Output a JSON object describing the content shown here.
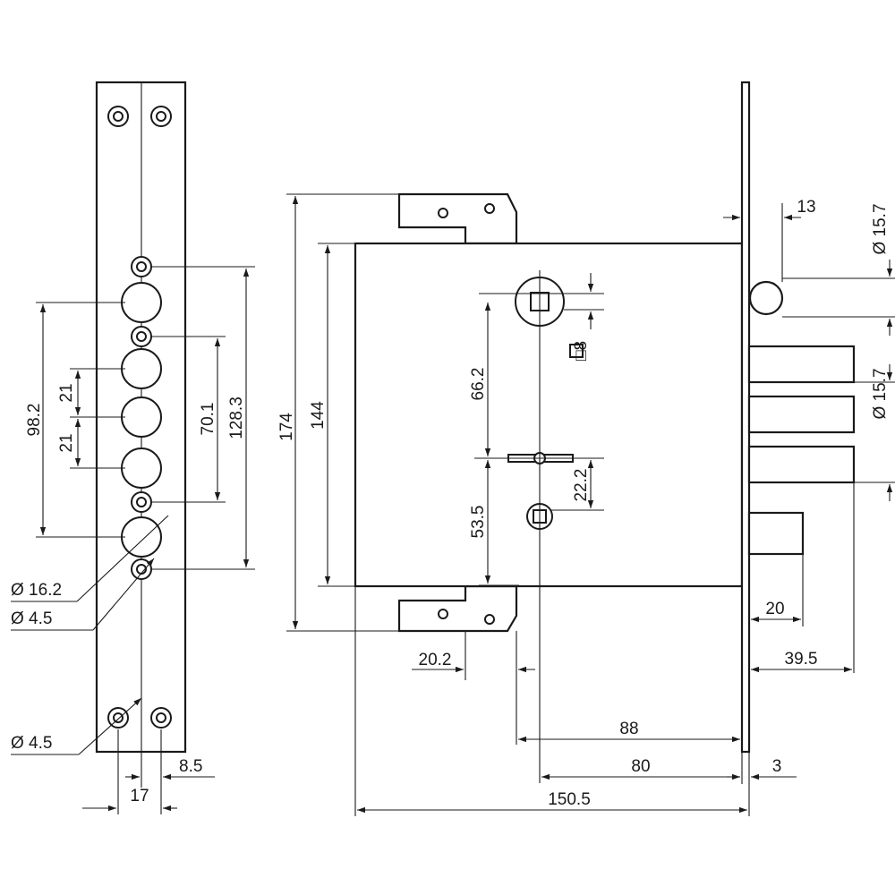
{
  "colors": {
    "ink": "#1a1a1a",
    "paper": "#ffffff"
  },
  "dimensions": {
    "faceplate": {
      "holes_span": "98.2",
      "spacing_upper": "21",
      "spacing_lower": "21",
      "bolt_span": "70.1",
      "screw_span": "128.3",
      "cylinder_diameter": "Ø 16.2",
      "screw_diameter": "Ø 4.5",
      "fixing_hole_diameter": "Ø 4.5",
      "half_width": "8.5",
      "width": "17"
    },
    "body": {
      "overall_height": "174",
      "case_height": "144",
      "handle_to_key": "66.2",
      "key_to_lower": "53.5",
      "key_to_spindle": "22.2",
      "spindle_square": "□8",
      "tab_offset": "20.2",
      "backset_outer": "88",
      "backset": "80",
      "plate_thickness": "3",
      "overall_depth": "150.5"
    },
    "bolts": {
      "latch_offset": "13",
      "latch_diameter": "Ø 15.7",
      "bolt_diameter": "Ø 15.7",
      "hook_projection": "20",
      "bolt_projection": "39.5"
    }
  }
}
